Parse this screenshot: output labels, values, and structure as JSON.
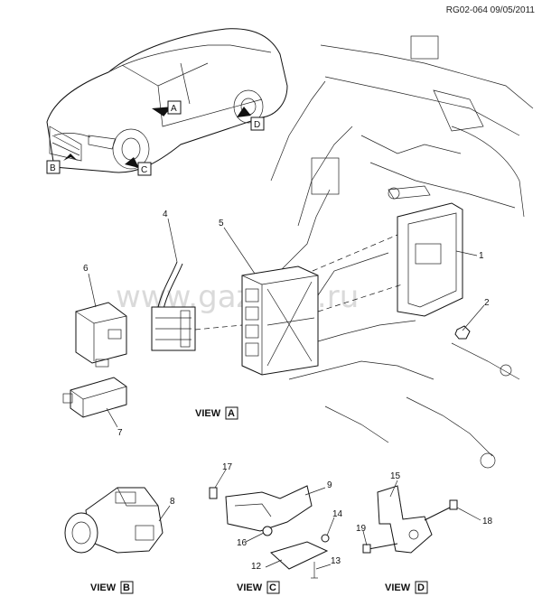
{
  "header": {
    "code": "RG02-064 09/05/2011"
  },
  "watermark": "www.gazklad.ru",
  "views": [
    {
      "word": "VIEW",
      "letter": "A"
    },
    {
      "word": "VIEW",
      "letter": "B"
    },
    {
      "word": "VIEW",
      "letter": "C"
    },
    {
      "word": "VIEW",
      "letter": "D"
    }
  ],
  "car_markers": [
    "A",
    "B",
    "C",
    "D"
  ],
  "callouts": [
    "1",
    "2",
    "4",
    "5",
    "6",
    "7",
    "8",
    "9",
    "12",
    "13",
    "14",
    "15",
    "16",
    "17",
    "18",
    "19"
  ]
}
